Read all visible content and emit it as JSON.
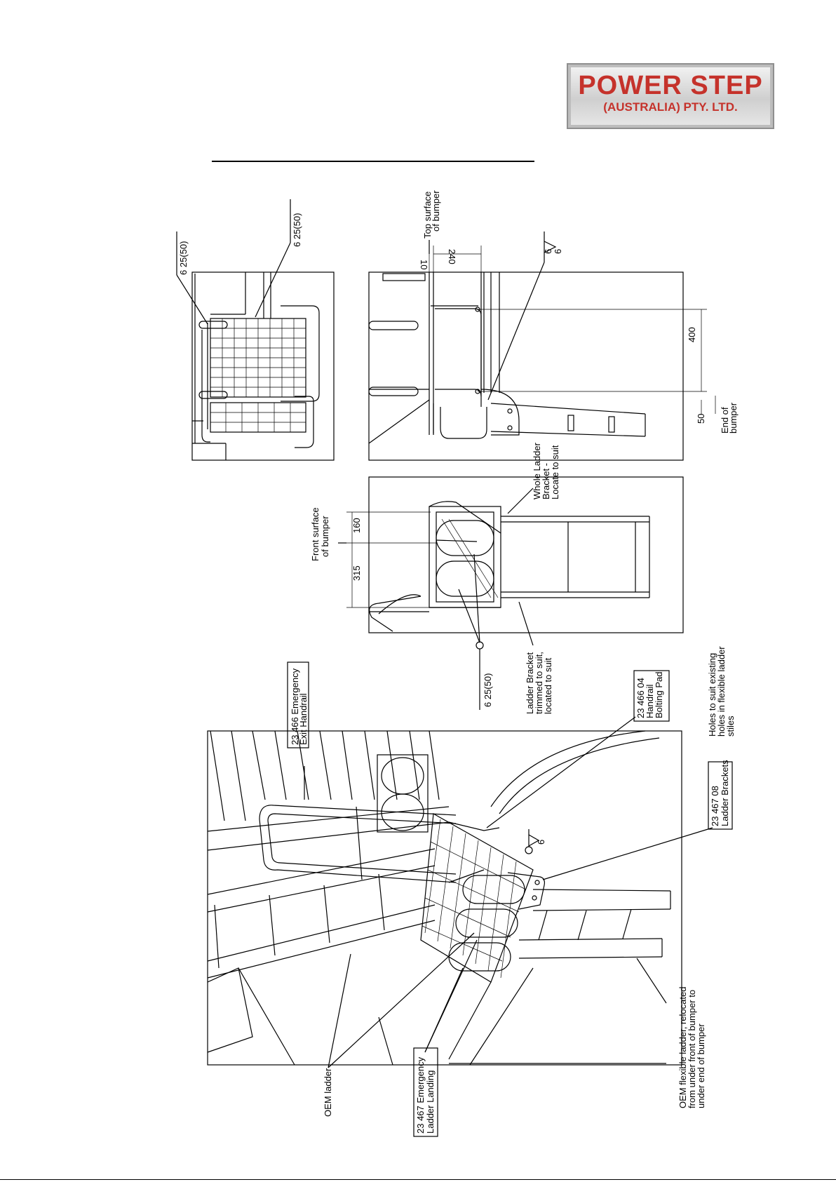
{
  "logo": {
    "line1": "POWER STEP",
    "line2": "(AUSTRALIA) PTY. LTD."
  },
  "weld_symbols": {
    "top_view_a": "6 25(50)",
    "top_view_b": "6 25(50)",
    "side_view_fillet": "6",
    "side_view_fillet_b": "6",
    "end_view": "6 25(50)",
    "iso_fillet": "6"
  },
  "dimensions": {
    "d10": "10",
    "d240": "240",
    "d400": "400",
    "d50": "50",
    "d315": "315",
    "d160": "160"
  },
  "labels": {
    "top_surface_l1": "Top surface",
    "top_surface_l2": "of bumper",
    "end_bumper_l1": "End of",
    "end_bumper_l2": "bumper",
    "front_surface_l1": "Front surface",
    "front_surface_l2": "of bumper",
    "whole_bracket_l1": "Whole Ladder",
    "whole_bracket_l2": "Bracket -",
    "whole_bracket_l3": "Locate to suit",
    "ladder_bracket_l1": "Ladder Bracket",
    "ladder_bracket_l2": "trimmed to suit,",
    "ladder_bracket_l3": "located to suit",
    "handrail_l1": "23  466  Emergency",
    "handrail_l2": "Exit Handrail",
    "pad_l1": "23  466  04",
    "pad_l2": "Handrail",
    "pad_l3": "Bolting Pad",
    "holes_l1": "Holes  to  suit existing",
    "holes_l2": "holes  in flexible ladder",
    "holes_l3": "stiles",
    "brackets_l1": "23  467  08",
    "brackets_l2": "Ladder Brackets",
    "oem_ladder": "OEM  ladder",
    "landing_l1": "23  467   Emergency",
    "landing_l2": "Ladder Landing",
    "flex_l1": "OEM  flexible ladder, relocated",
    "flex_l2": "from  under front of bumper to",
    "flex_l3": "under end of bumper"
  }
}
